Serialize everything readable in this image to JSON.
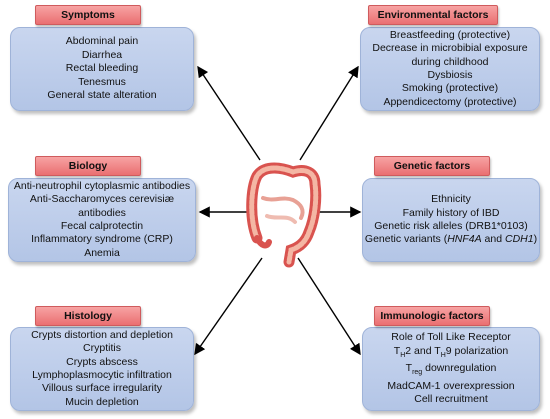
{
  "panels": {
    "symptoms": {
      "title": "Symptoms",
      "lines": [
        "Abdominal pain",
        "Diarrhea",
        "Rectal bleeding",
        "Tenesmus",
        "General state alteration"
      ]
    },
    "environmental": {
      "title": "Environmental factors",
      "lines": [
        "Breastfeeding (protective)",
        "Decrease in microbibial exposure",
        "during childhood",
        "Dysbiosis",
        "Smoking (protective)",
        "Appendicectomy (protective)"
      ]
    },
    "biology": {
      "title": "Biology",
      "lines": [
        "Anti-neutrophil cytoplasmic antibodies",
        "Anti-Saccharomyces cerevisiæ",
        "antibodies",
        "Fecal calprotectin",
        "Inflammatory syndrome (CRP)",
        "Anemia"
      ]
    },
    "genetic": {
      "title": "Genetic factors",
      "lines": [
        "Ethnicity",
        "Family history of IBD",
        "Genetic risk alleles (DRB1*0103)"
      ],
      "variants": {
        "prefix": "Genetic variants (",
        "gene1": "HNF4A",
        "and": " and ",
        "gene2": "CDH1",
        "suffix": ")"
      }
    },
    "histology": {
      "title": "Histology",
      "lines": [
        "Crypts distortion and depletion",
        "Cryptitis",
        "Crypts abscess",
        "Lymphoplasmocytic infiltration",
        "Villous surface irregularity",
        "Mucin depletion"
      ]
    },
    "immunologic": {
      "title": "Immunologic factors",
      "line1": "Role of Toll Like Receptor",
      "th": {
        "t1": "T",
        "s1": "H",
        "mid": "2 and T",
        "s2": "H",
        "end": "9 polarization"
      },
      "treg": {
        "t": "T",
        "s": "reg",
        "end": " downregulation"
      },
      "lines_after": [
        "MadCAM-1 overexpression",
        "Cell recruitment"
      ]
    }
  },
  "colors": {
    "tab": "#ea6f71",
    "box": "#b3c5e6",
    "arrow": "#000000",
    "colon_outer": "#d9534f",
    "colon_inner": "#f4b6a4"
  }
}
